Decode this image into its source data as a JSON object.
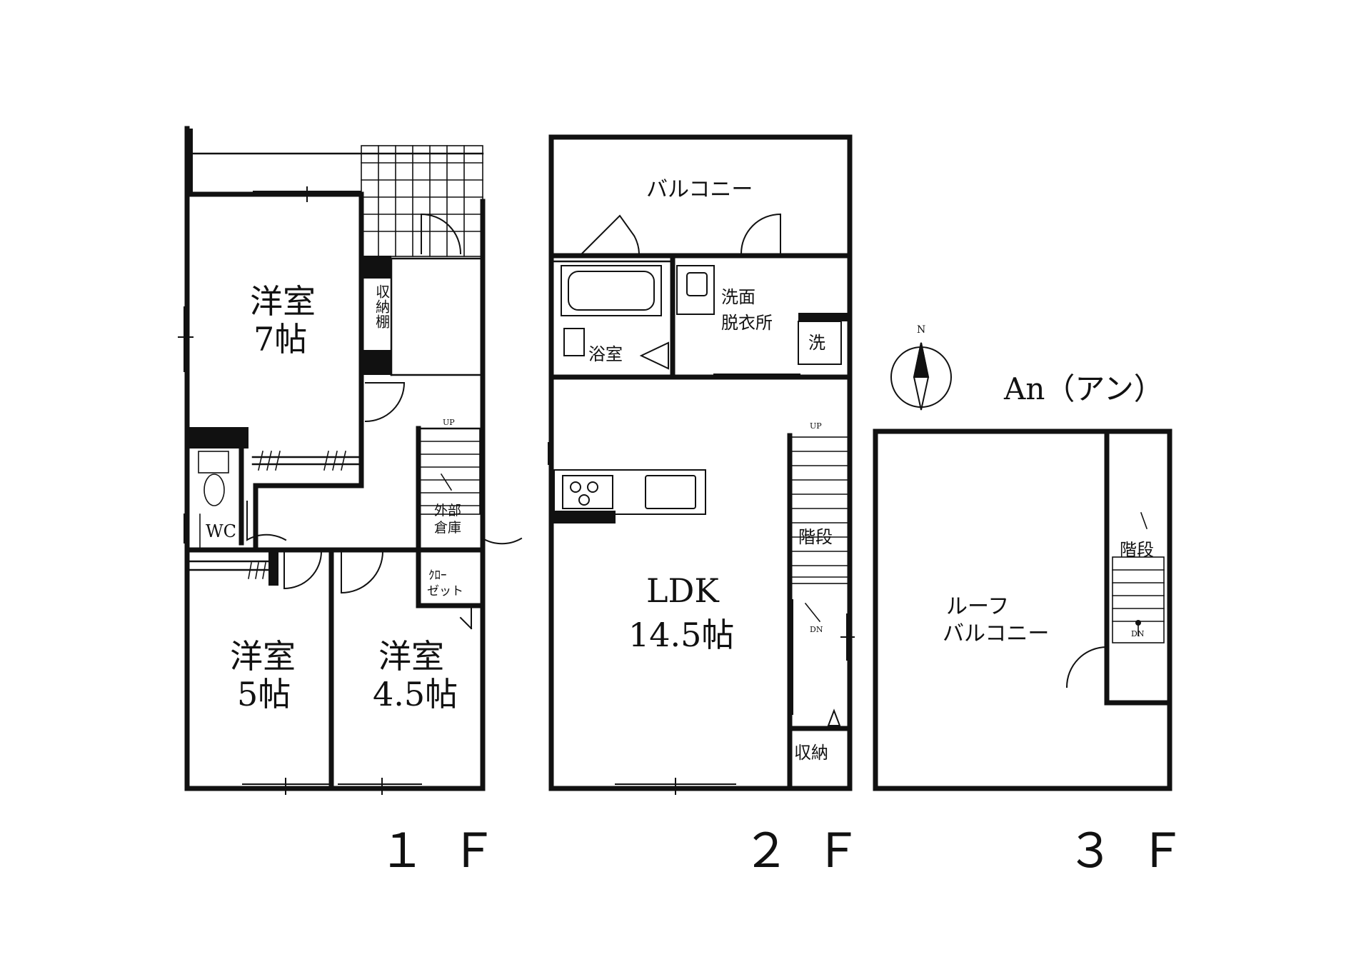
{
  "title": "An（アン）",
  "compass": {
    "north_label": "N"
  },
  "floors": [
    {
      "label": "１Ｆ",
      "rooms": [
        {
          "name": "洋室",
          "size": "7帖"
        },
        {
          "name": "洋室",
          "size": "5帖"
        },
        {
          "name": "洋室",
          "size": "4.5帖"
        }
      ],
      "labels": {
        "storage_shelf": "収納棚",
        "wc": "WC",
        "external_storage_1": "外部",
        "external_storage_2": "倉庫",
        "closet_1": "ｸﾛｰ",
        "closet_2": "ゼット",
        "stairs_up": "UP"
      }
    },
    {
      "label": "２Ｆ",
      "rooms": [
        {
          "name": "LDK",
          "size": "14.5帖"
        }
      ],
      "labels": {
        "balcony": "バルコニー",
        "bathroom": "浴室",
        "washroom_1": "洗面",
        "washroom_2": "脱衣所",
        "washer": "洗",
        "stairs": "階段",
        "storage": "収納",
        "stairs_up": "UP",
        "stairs_down": "DN"
      }
    },
    {
      "label": "３Ｆ",
      "labels": {
        "roof_balcony_1": "ルーフ",
        "roof_balcony_2": "バルコニー",
        "stairs": "階段",
        "stairs_down": "DN"
      }
    }
  ]
}
